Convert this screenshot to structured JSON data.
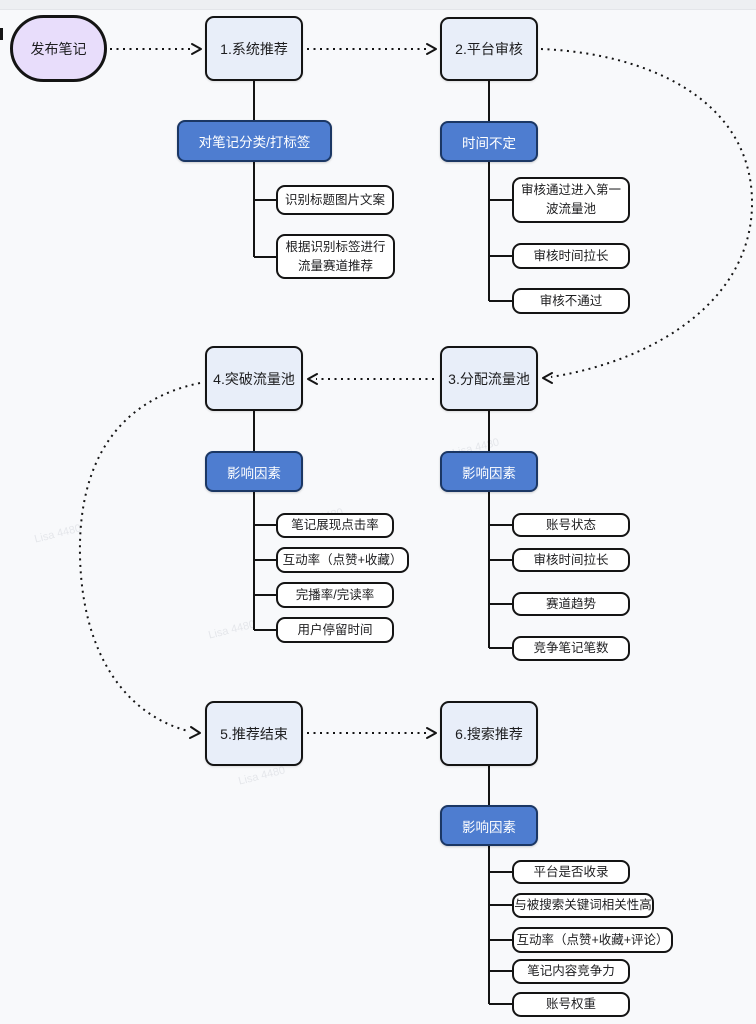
{
  "steps": {
    "start": "发布笔记",
    "s1": "1.系统推荐",
    "s2": "2.平台审核",
    "s3": "3.分配流量池",
    "s4": "4.突破流量池",
    "s5": "5.推荐结束",
    "s6": "6.搜索推荐"
  },
  "branches": {
    "system": {
      "tag": "对笔记分类/打标签",
      "items": [
        "识别标题图片文案",
        "根据识别标签进行流量赛道推荐"
      ]
    },
    "review": {
      "tag": "时间不定",
      "items": [
        "审核通过进入第一波流量池",
        "审核时间拉长",
        "审核不通过"
      ]
    },
    "breakout": {
      "tag": "影响因素",
      "items": [
        "笔记展现点击率",
        "互动率（点赞+收藏）",
        "完播率/完读率",
        "用户停留时间"
      ]
    },
    "allocate": {
      "tag": "影响因素",
      "items": [
        "账号状态",
        "审核时间拉长",
        "赛道趋势",
        "竞争笔记笔数"
      ]
    },
    "search": {
      "tag": "影响因素",
      "items": [
        "平台是否收录",
        "与被搜索关键词相关性高",
        "互动率（点赞+收藏+评论）",
        "笔记内容竞争力",
        "账号权重"
      ]
    }
  },
  "watermark": "Lisa 4480",
  "colors": {
    "background": "#f8f9fb",
    "start_fill": "#e8ddfb",
    "step_fill": "#e8eef9",
    "factor_fill": "#4e7dd0",
    "factor_border": "#1b3764",
    "line": "#141414"
  }
}
